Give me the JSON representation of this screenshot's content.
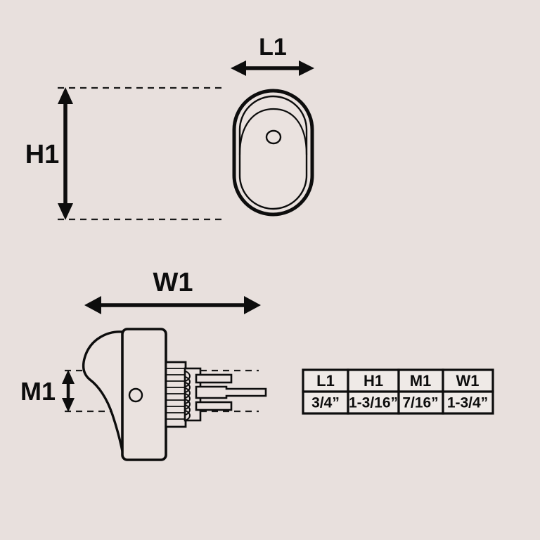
{
  "figure": {
    "title": "Rocker Switch Dimension Diagram",
    "background_color": "#e8e0dd",
    "line_color": "#0d0d0d",
    "fill_color": "#eae2df"
  },
  "dimensions": {
    "l1": {
      "code": "L1",
      "orientation": "horizontal",
      "view": "top"
    },
    "h1": {
      "code": "H1",
      "orientation": "vertical",
      "view": "top"
    },
    "w1": {
      "code": "W1",
      "orientation": "horizontal",
      "view": "side"
    },
    "m1": {
      "code": "M1",
      "orientation": "vertical",
      "view": "side"
    }
  },
  "views": {
    "top_view": {
      "name": "top-view-oval-switch",
      "parts": [
        "outer-bezel",
        "inner-bezel",
        "rocker-face",
        "dimple-hole"
      ]
    },
    "side_view": {
      "name": "side-view-switch-profile",
      "parts": [
        "rocker-lever",
        "switch-body",
        "ribbed-collar",
        "threaded-barrel",
        "terminal-upper",
        "terminal-middle",
        "terminal-lower"
      ]
    }
  },
  "table": {
    "name": "dimension-table",
    "headers": [
      "L1",
      "H1",
      "M1",
      "W1"
    ],
    "values": [
      "3/4”",
      "1-3/16”",
      "7/16”",
      "1-3/4”"
    ],
    "units": "inches",
    "cell_fill": "#efeae7",
    "border_color": "#0d0d0d"
  },
  "chart_data": {
    "type": "table",
    "title": "Switch Dimensions",
    "categories": [
      "L1",
      "H1",
      "M1",
      "W1"
    ],
    "values": [
      "3/4”",
      "1-3/16”",
      "7/16”",
      "1-3/4”"
    ],
    "xlabel": "Dimension Code",
    "ylabel": "Measurement"
  }
}
